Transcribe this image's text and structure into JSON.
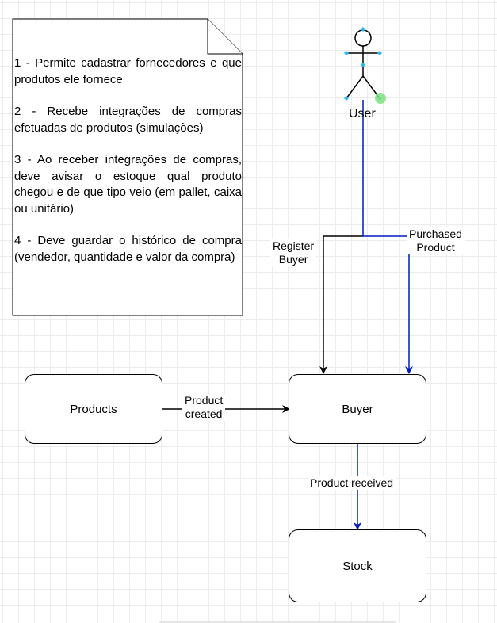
{
  "note": {
    "items": [
      "1 - Permite cadastrar fornecedores e que produtos ele fornece",
      "2 - Recebe integrações de compras efetuadas de produtos  (simulações)",
      "3 - Ao receber integrações de compras, deve avisar o estoque qual produto chegou e de que tipo veio (em pallet, caixa ou unitário)",
      "4 - Deve guardar o histórico de compra (vendedor, quantidade e valor da compra)"
    ]
  },
  "actor": {
    "label": "User",
    "icon": "stick-figure-icon"
  },
  "nodes": {
    "products": "Products",
    "buyer": "Buyer",
    "stock": "Stock"
  },
  "edges": {
    "register_buyer": [
      "Register",
      "Buyer"
    ],
    "purchased_product": [
      "Purchased",
      "Product"
    ],
    "product_created": [
      "Product",
      "created"
    ],
    "product_received": "Product received"
  },
  "colors": {
    "black_edge": "#000000",
    "blue_edge": "#001dbc",
    "selection_handle": "#29b6f2",
    "hover_point": "#7ee27e"
  }
}
